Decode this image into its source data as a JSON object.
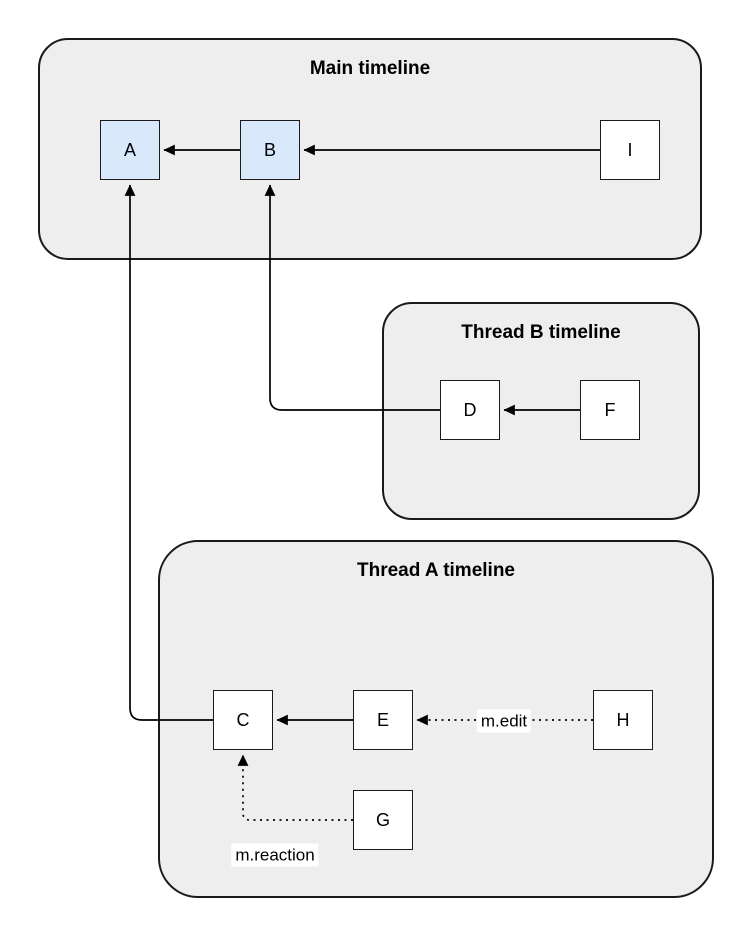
{
  "diagram": {
    "containers": {
      "main": {
        "title": "Main timeline"
      },
      "thread_b": {
        "title": "Thread B timeline"
      },
      "thread_a": {
        "title": "Thread A timeline"
      }
    },
    "nodes": {
      "a": {
        "label": "A",
        "highlighted": true,
        "fill": "#dae8fc"
      },
      "b": {
        "label": "B",
        "highlighted": true,
        "fill": "#dae8fc"
      },
      "i": {
        "label": "I",
        "highlighted": false,
        "fill": "#ffffff"
      },
      "d": {
        "label": "D",
        "highlighted": false,
        "fill": "#ffffff"
      },
      "f": {
        "label": "F",
        "highlighted": false,
        "fill": "#ffffff"
      },
      "c": {
        "label": "C",
        "highlighted": false,
        "fill": "#ffffff"
      },
      "e": {
        "label": "E",
        "highlighted": false,
        "fill": "#ffffff"
      },
      "h": {
        "label": "H",
        "highlighted": false,
        "fill": "#ffffff"
      },
      "g": {
        "label": "G",
        "highlighted": false,
        "fill": "#ffffff"
      }
    },
    "edges": [
      {
        "from": "B",
        "to": "A",
        "type": "solid"
      },
      {
        "from": "I",
        "to": "B",
        "type": "solid"
      },
      {
        "from": "D",
        "to": "B",
        "type": "solid"
      },
      {
        "from": "F",
        "to": "D",
        "type": "solid"
      },
      {
        "from": "E",
        "to": "C",
        "type": "solid"
      },
      {
        "from": "H",
        "to": "E",
        "type": "dotted",
        "label": "m.edit"
      },
      {
        "from": "G",
        "to": "C",
        "type": "dotted",
        "label": "m.reaction"
      },
      {
        "from": "C",
        "to": "A",
        "type": "solid"
      }
    ],
    "colors": {
      "container_fill": "#eeeeee",
      "node_highlight_fill": "#dae8fc",
      "node_default_fill": "#ffffff",
      "stroke": "#1a1a1a"
    }
  }
}
